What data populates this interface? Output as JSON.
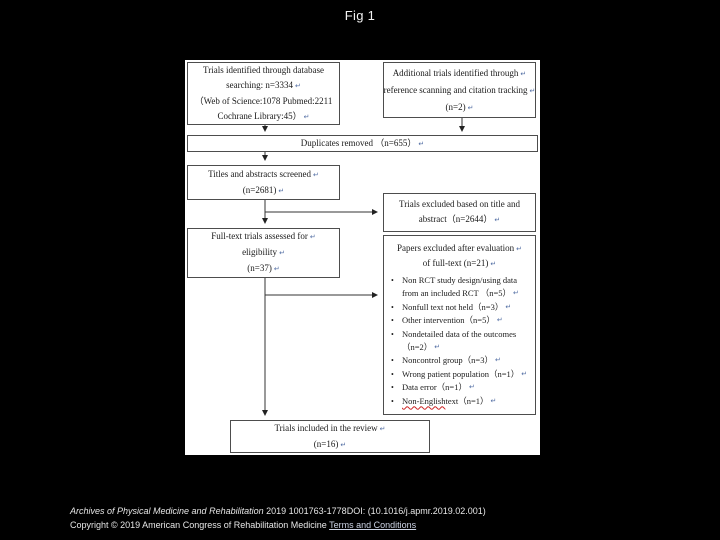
{
  "figure_title": "Fig 1",
  "marks": {
    "return": "↵",
    "bullet": "•"
  },
  "boxes": {
    "identified": {
      "l1": "Trials identified through database",
      "l2": "searching: n=3334",
      "l3": "（Web of Science:1078 Pubmed:2211",
      "l4": "Cochrane Library:45）"
    },
    "additional": {
      "l1": "Additional trials identified through",
      "l2": "reference scanning and citation tracking",
      "l3": "(n=2)"
    },
    "duplicates": {
      "l1": "Duplicates removed （n=655）"
    },
    "screened": {
      "l1": "Titles and abstracts screened",
      "l2": "(n=2681)"
    },
    "excluded_title_abstract": {
      "l1": "Trials excluded based on title and",
      "l2": "abstract（n=2644）"
    },
    "fulltext_assessed": {
      "l1": "Full-text trials assessed for",
      "l2": "eligibility",
      "l3": "(n=37)"
    },
    "papers_excluded": {
      "h1": "Papers excluded after evaluation",
      "h2": "of full-text (n=21)",
      "items": [
        {
          "b": "•",
          "t": "Non RCT study design/using data"
        },
        {
          "t": "from an included RCT （n=5）",
          "r": "↵"
        },
        {
          "b": "•",
          "t": "Nonfull text not held（n=3）",
          "r": "↵"
        },
        {
          "b": "•",
          "t": "Other intervention（n=5）",
          "r": "↵"
        },
        {
          "b": "•",
          "t": "Nondetailed data of the outcomes"
        },
        {
          "t": "（n=2）",
          "r": "↵"
        },
        {
          "b": "•",
          "t": "Noncontrol group（n=3）",
          "r": "↵"
        },
        {
          "b": "•",
          "t": "Wrong patient population（n=1）",
          "r": "↵"
        },
        {
          "b": "•",
          "t": "Data error（n=1）",
          "r": "↵"
        }
      ],
      "last_item": {
        "b": "•",
        "t1": "Non-English",
        "t2": " text（n=1）",
        "r": "↵"
      }
    },
    "included": {
      "l1": "Trials included in the review",
      "l2": "(n=16)"
    }
  },
  "footer": {
    "journal": "Archives of Physical Medicine and Rehabilitation",
    "citation_rest": " 2019 1001763-1778DOI: (10.1016/j.apmr.2019.02.001)",
    "copyright": "Copyright © 2019 American Congress of Rehabilitation Medicine ",
    "terms_link": "Terms and Conditions"
  }
}
